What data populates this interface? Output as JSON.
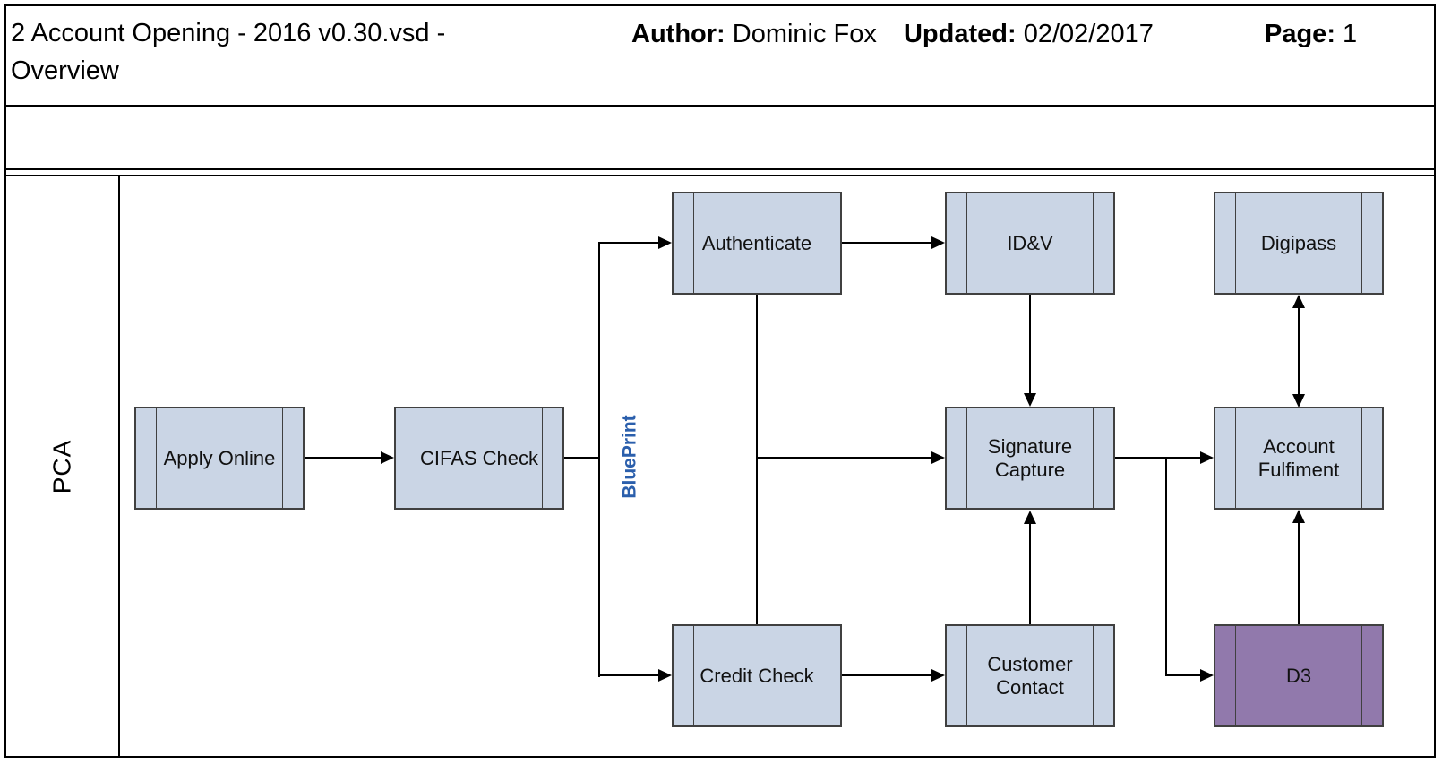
{
  "header": {
    "title": "2 Account Opening - 2016 v0.30.vsd - Overview",
    "author_label": "Author:",
    "author_value": "Dominic Fox",
    "updated_label": "Updated:",
    "updated_value": "02/02/2017",
    "page_label": "Page:",
    "page_value": "1"
  },
  "lane": {
    "label": "PCA"
  },
  "annotations": {
    "blueprint": "BluePrint"
  },
  "nodes": {
    "apply_online": {
      "label": "Apply Online"
    },
    "cifas_check": {
      "label": "CIFAS Check"
    },
    "authenticate": {
      "label": "Authenticate"
    },
    "idv": {
      "label": "ID&V"
    },
    "digipass": {
      "label": "Digipass"
    },
    "signature_capture": {
      "label": "Signature Capture"
    },
    "account_fulfiment": {
      "label": "Account Fulfiment"
    },
    "credit_check": {
      "label": "Credit Check"
    },
    "customer_contact": {
      "label": "Customer Contact"
    },
    "d3": {
      "label": "D3"
    }
  },
  "colors": {
    "process_fill": "#CAD5E5",
    "process_border": "#404040",
    "d3_fill": "#9179AC",
    "blueprint_text": "#2B5FAC",
    "connector": "#000000"
  }
}
